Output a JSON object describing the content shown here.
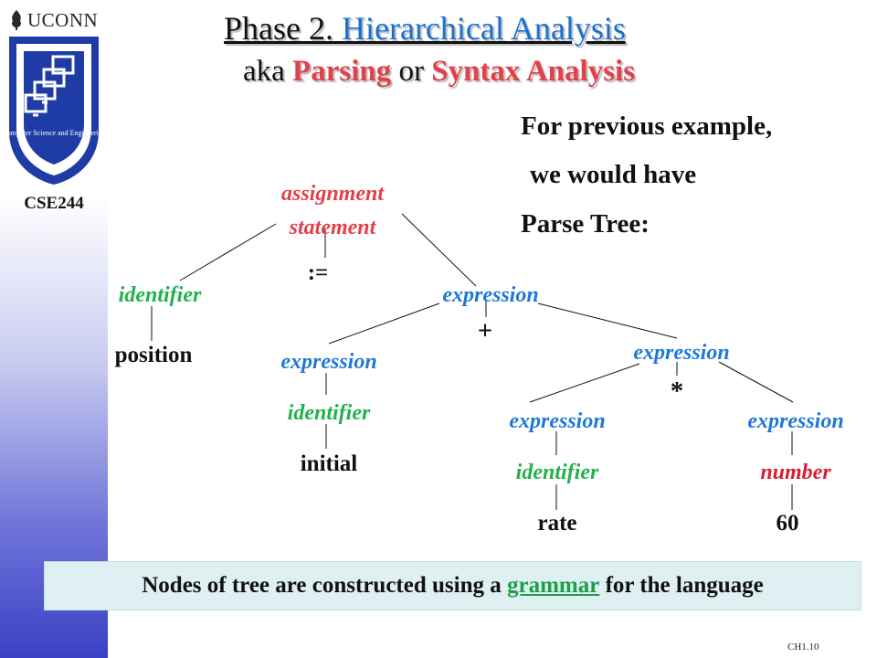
{
  "logo": {
    "text": "UCONN",
    "seal_text": "Computer Science and Engineering"
  },
  "course": "CSE244",
  "title": {
    "line1_prefix": "Phase 2. ",
    "line1_highlight": "Hierarchical Analysis",
    "line2_prefix": "aka ",
    "line2_term1": "Parsing",
    "line2_mid": " or ",
    "line2_term2": "Syntax Analysis"
  },
  "intro": {
    "line1": "For previous example,",
    "line2": "we would have",
    "line3": "Parse Tree:"
  },
  "tree": {
    "root_line1": "assignment",
    "root_line2": "statement",
    "assign_op": ":=",
    "id_left": "identifier",
    "position": "position",
    "expr_top": "expression",
    "plus": "+",
    "expr_left": "expression",
    "id_initial": "identifier",
    "initial": "initial",
    "expr_right": "expression",
    "times": "*",
    "expr_rate": "expression",
    "id_rate": "identifier",
    "rate": "rate",
    "expr_60": "expression",
    "number": "number",
    "sixty": "60"
  },
  "colors": {
    "root": "#e2414b",
    "identifier": "#22b14c",
    "expression": "#1e78d8",
    "number": "#d62030"
  },
  "footer": {
    "prefix": "Nodes of tree are constructed using a ",
    "keyword": "grammar",
    "suffix": " for the language"
  },
  "slide_number": "CH1.10"
}
